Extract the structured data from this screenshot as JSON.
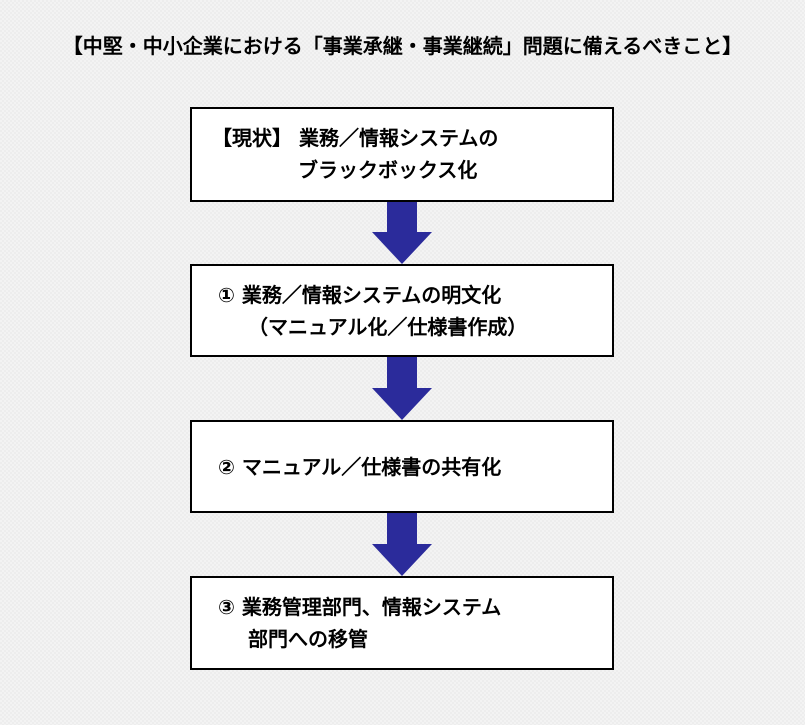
{
  "diagram": {
    "title": "【中堅・中小企業における「事業承継・事業継続」問題に備えるべきこと】",
    "steps": [
      {
        "line1": "【現状】 業務／情報システムの",
        "line2": "ブラックボックス化"
      },
      {
        "line1": "①  業務／情報システムの明文化",
        "line2": "（マニュアル化／仕様書作成）"
      },
      {
        "line1": "②  マニュアル／仕様書の共有化"
      },
      {
        "line1": "③  業務管理部門、情報システム",
        "line2": "部門への移管"
      }
    ],
    "arrow_color": "#2b2b9b"
  }
}
